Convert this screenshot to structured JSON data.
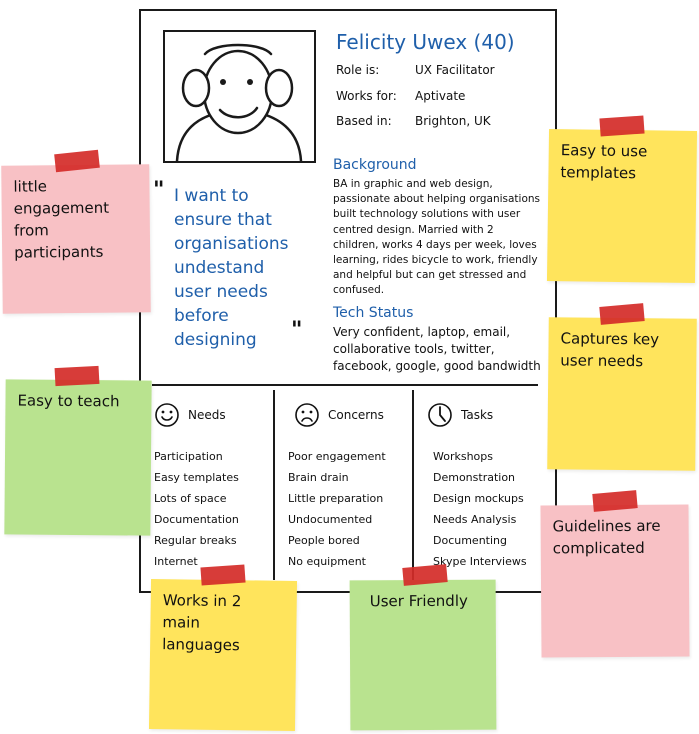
{
  "persona": {
    "name": "Felicity Uwex (40)",
    "details": [
      {
        "label": "Role is:",
        "value": "UX Facilitator"
      },
      {
        "label": "Works for:",
        "value": "Aptivate"
      },
      {
        "label": "Based in:",
        "value": "Brighton, UK"
      }
    ],
    "quote_lines": [
      "I want to",
      "ensure that",
      "organisations",
      "undestand",
      "user needs",
      "before",
      "designing"
    ],
    "quote_open": "\"",
    "quote_close": "\"",
    "background": {
      "title": "Background",
      "lines": [
        "BA in graphic and web design,",
        "passionate about helping organisations",
        "built technology solutions with user",
        "centred design. Married with 2",
        "children, works 4 days per week, loves",
        "learning, rides bicycle to work, friendly",
        "and helpful but can get stressed and",
        "confused."
      ]
    },
    "tech_status": {
      "title": "Tech Status",
      "lines": [
        "Very confident, laptop, email,",
        "collaborative tools, twitter,",
        "facebook, google, good bandwidth"
      ]
    },
    "columns": [
      {
        "title": "Needs",
        "icon": "smiley-icon",
        "items": [
          "Participation",
          "Easy templates",
          "Lots of space",
          "Documentation",
          "Regular breaks",
          "Internet"
        ]
      },
      {
        "title": "Concerns",
        "icon": "sad-face-icon",
        "items": [
          "Poor engagement",
          "Brain drain",
          "Little preparation",
          "Undocumented",
          "People bored",
          "No equipment"
        ]
      },
      {
        "title": "Tasks",
        "icon": "clock-icon",
        "items": [
          "Workshops",
          "Demonstration",
          "Design mockups",
          "Needs Analysis",
          "Documenting",
          "Skype Interviews"
        ]
      }
    ]
  },
  "notes": [
    {
      "id": "little-engagement",
      "color": "pink",
      "lines": [
        "little",
        "engagement",
        "from",
        "participants"
      ]
    },
    {
      "id": "easy-to-use",
      "color": "yellow",
      "lines": [
        "Easy to use",
        "templates"
      ]
    },
    {
      "id": "captures-key",
      "color": "yellow",
      "lines": [
        "Captures key",
        "user needs"
      ]
    },
    {
      "id": "easy-to-teach",
      "color": "green",
      "lines": [
        "Easy to teach"
      ]
    },
    {
      "id": "guidelines",
      "color": "pink",
      "lines": [
        "Guidelines are",
        "complicated"
      ]
    },
    {
      "id": "works-in-2",
      "color": "yellow",
      "lines": [
        "Works in 2",
        "main",
        "languages"
      ]
    },
    {
      "id": "user-friendly",
      "color": "green",
      "lines": [
        "User Friendly"
      ]
    }
  ],
  "colors": {
    "accent_blue": "#1f5faa",
    "note_pink": "#f8c1c5",
    "note_yellow": "#ffe45c",
    "note_green": "#b9e38f",
    "tape_red": "#d42b28"
  }
}
